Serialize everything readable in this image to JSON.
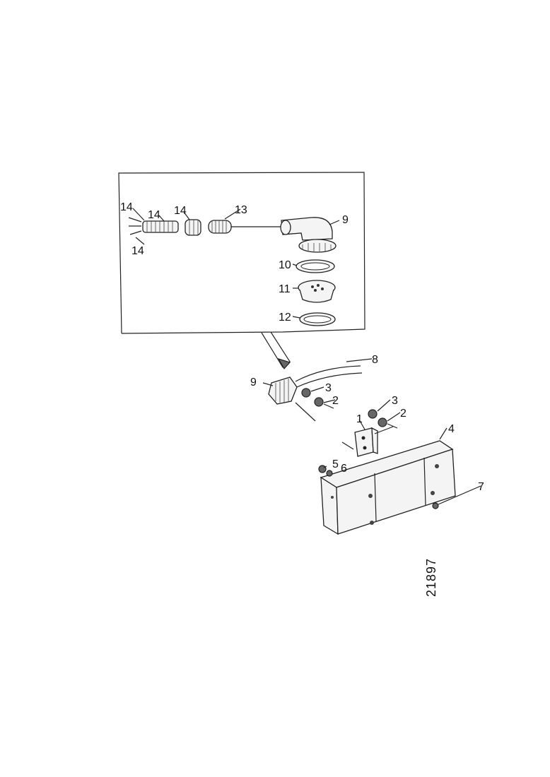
{
  "diagram": {
    "callouts": [
      {
        "id": "14a",
        "text": "14"
      },
      {
        "id": "14b",
        "text": "14"
      },
      {
        "id": "14c",
        "text": "14"
      },
      {
        "id": "14d",
        "text": "14"
      },
      {
        "id": "13",
        "text": "13"
      },
      {
        "id": "9a",
        "text": "9"
      },
      {
        "id": "10",
        "text": "10"
      },
      {
        "id": "11",
        "text": "11"
      },
      {
        "id": "12",
        "text": "12"
      },
      {
        "id": "8",
        "text": "8"
      },
      {
        "id": "9b",
        "text": "9"
      },
      {
        "id": "3a",
        "text": "3"
      },
      {
        "id": "2a",
        "text": "2"
      },
      {
        "id": "3b",
        "text": "3"
      },
      {
        "id": "2b",
        "text": "2"
      },
      {
        "id": "1",
        "text": "1"
      },
      {
        "id": "4",
        "text": "4"
      },
      {
        "id": "5",
        "text": "5"
      },
      {
        "id": "6",
        "text": "6"
      },
      {
        "id": "7",
        "text": "7"
      }
    ],
    "drawing_number": "21897"
  }
}
